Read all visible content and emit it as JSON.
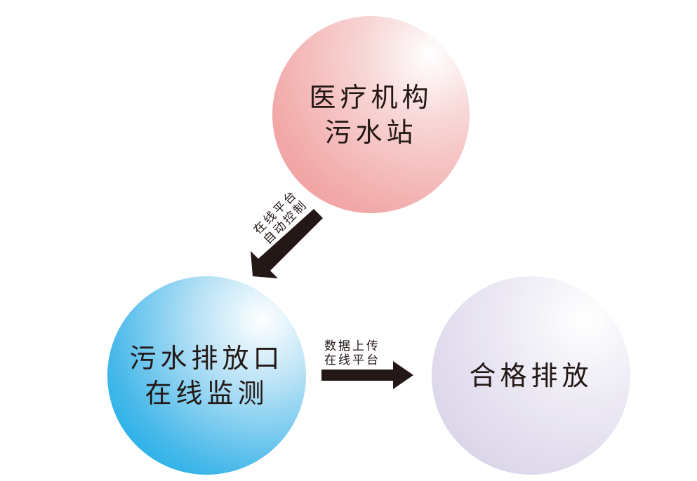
{
  "nodes": [
    {
      "lines": [
        "医疗机构",
        "污水站"
      ],
      "color": "#f2a8a8"
    },
    {
      "lines": [
        "污水排放口",
        "在线监测"
      ],
      "color": "#00a8e6"
    },
    {
      "lines": [
        "合格排放"
      ],
      "color": "#dcd6ea"
    }
  ],
  "edges": [
    {
      "from": "医疗机构污水站",
      "to": "污水排放口在线监测",
      "lines": [
        "在线平台",
        "自动控制"
      ]
    },
    {
      "from": "污水排放口在线监测",
      "to": "合格排放",
      "lines": [
        "数据上传",
        "在线平台"
      ]
    }
  ],
  "arrow_color": "#231815"
}
